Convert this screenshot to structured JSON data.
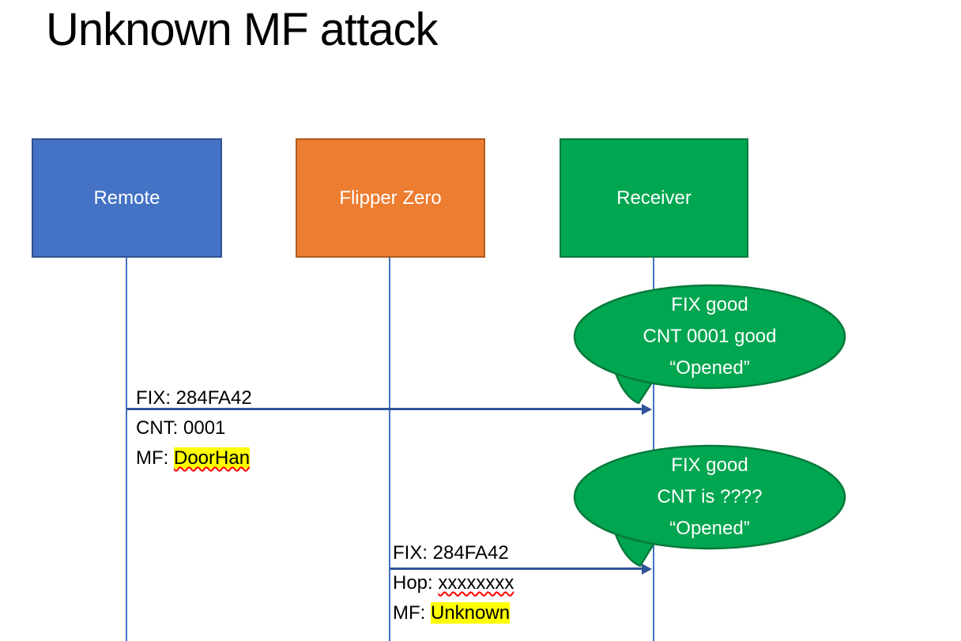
{
  "title": "Unknown MF attack",
  "actors": [
    {
      "label": "Remote"
    },
    {
      "label": "Flipper Zero"
    },
    {
      "label": "Receiver"
    }
  ],
  "colors": {
    "remote_fill": "#4472C4",
    "remote_border": "#2F528F",
    "flipper_fill": "#ED7D31",
    "flipper_border": "#AE5A21",
    "receiver_fill": "#00A650",
    "receiver_border": "#077A3B",
    "lifeline": "#4472C4",
    "arrow": "#2F5597",
    "highlight": "#FFFF00",
    "squiggle_underline": "#FF0000",
    "callout_text": "#FFFFFF"
  },
  "messages": [
    {
      "from": "Remote",
      "to": "Receiver",
      "lines": [
        {
          "prefix": "FIX: ",
          "value": "284FA42",
          "highlight": false,
          "squiggle": false
        },
        {
          "prefix": "CNT: ",
          "value": "0001",
          "highlight": false,
          "squiggle": false
        },
        {
          "prefix": "MF: ",
          "value": "DoorHan",
          "highlight": true,
          "squiggle": true
        }
      ]
    },
    {
      "from": "Flipper Zero",
      "to": "Receiver",
      "lines": [
        {
          "prefix": "FIX: ",
          "value": "284FA42",
          "highlight": false,
          "squiggle": false
        },
        {
          "prefix": "Hop: ",
          "value": "xxxxxxxx",
          "highlight": false,
          "squiggle": true
        },
        {
          "prefix": "MF: ",
          "value": "Unknown",
          "highlight": true,
          "squiggle": false
        }
      ]
    }
  ],
  "callouts": [
    {
      "speaker": "Receiver",
      "lines": [
        "FIX good",
        "CNT 0001 good",
        "“Opened”"
      ]
    },
    {
      "speaker": "Receiver",
      "lines": [
        "FIX good",
        "CNT is ????",
        "“Opened”"
      ]
    }
  ]
}
